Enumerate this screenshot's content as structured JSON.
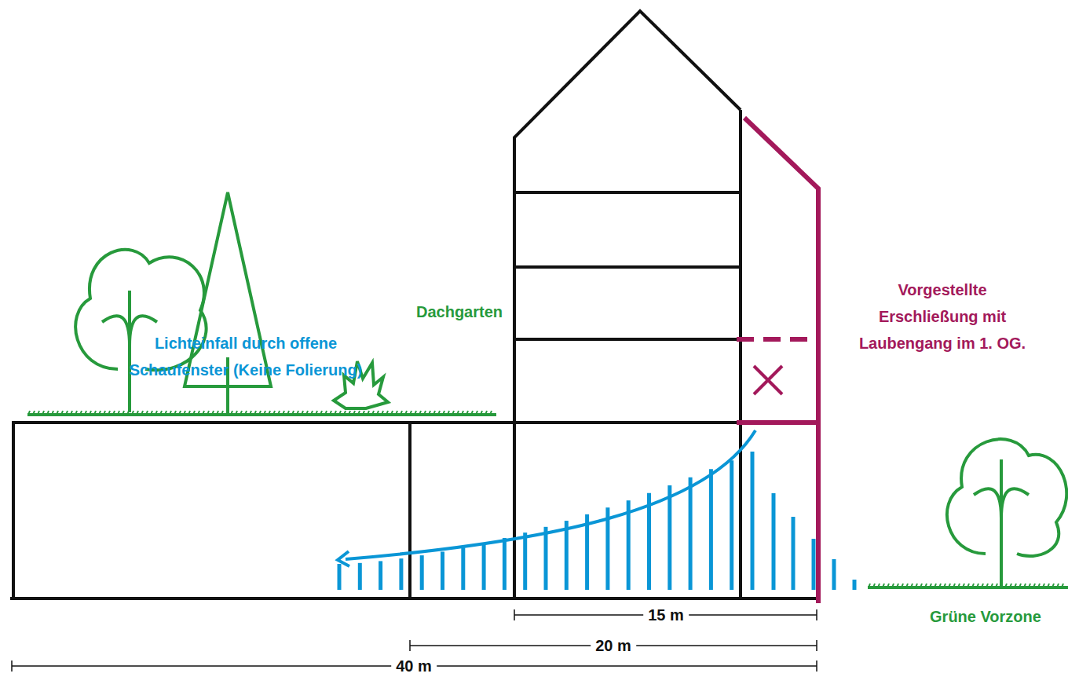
{
  "diagram": {
    "labels": [
      "Dachgarten",
      "Lichteinfall durch offene Schaufenster (Keine Folierung)",
      "Vorgestellte Erschließung mit Laubengang im 1. OG.",
      "15 m",
      "20 m",
      "40 m",
      "Grüne Vorzone"
    ]
  }
}
